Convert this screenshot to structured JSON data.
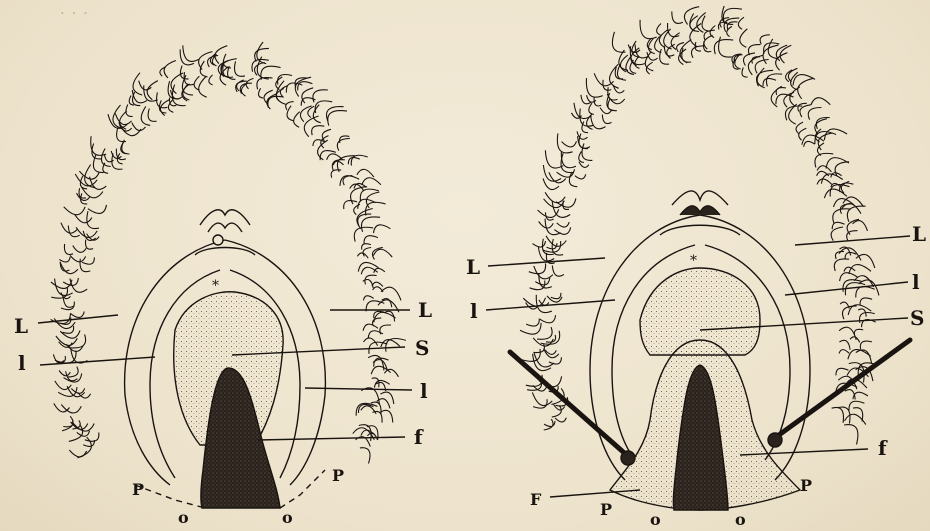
{
  "figure_left": {
    "labels": {
      "L_left": "L",
      "l_left": "l",
      "L_right": "L",
      "S": "S",
      "l_right": "l",
      "f": "f",
      "P_left": "P",
      "P_right": "P",
      "o_left": "o",
      "o_right": "o"
    }
  },
  "figure_right": {
    "labels": {
      "L_left": "L",
      "l_left": "l",
      "L_right": "L",
      "l_right": "l",
      "S": "S",
      "f": "f",
      "F": "F",
      "P_left": "P",
      "P_right": "P",
      "o_left": "o",
      "o_right": "o"
    }
  },
  "colors": {
    "paper": "#efe6d2",
    "ink": "#1a1410",
    "stipple": "#3a3028"
  }
}
